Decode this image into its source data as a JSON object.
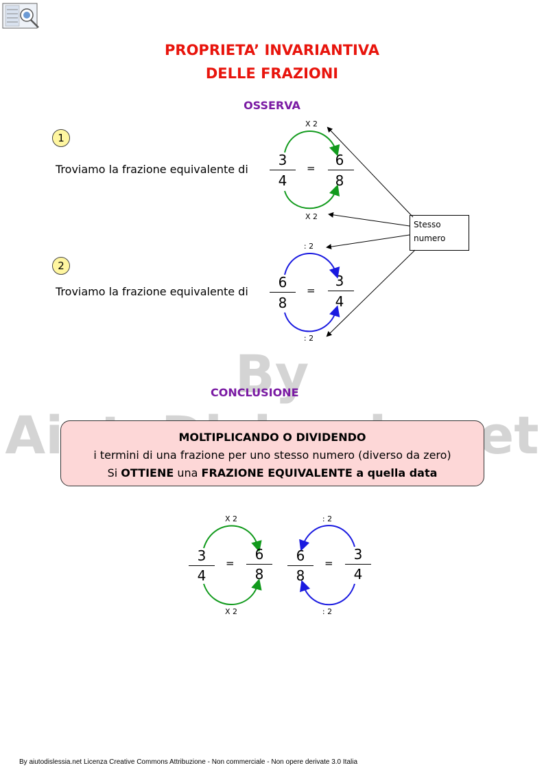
{
  "header": {
    "title_line1": "PROPRIETA’ INVARIANTIVA",
    "title_line2": "DELLE FRAZIONI"
  },
  "observe": {
    "label": "OSSERVA"
  },
  "step1": {
    "badge": "1",
    "sentence": "Troviamo la frazione equivalente di",
    "left": {
      "numerator": "3",
      "denominator": "4"
    },
    "equals": "=",
    "right": {
      "numerator": "6",
      "denominator": "8"
    },
    "top_operator": "X 2",
    "bottom_operator": "X 2",
    "arrow_color": "#119a1c"
  },
  "step2": {
    "badge": "2",
    "sentence": "Troviamo la frazione equivalente di",
    "left": {
      "numerator": "6",
      "denominator": "8"
    },
    "equals": "=",
    "right": {
      "numerator": "3",
      "denominator": "4"
    },
    "top_operator": ": 2",
    "bottom_operator": ": 2",
    "arrow_color": "#1a1ae0"
  },
  "callout": {
    "line1": "Stesso",
    "line2": "numero"
  },
  "watermark": {
    "text": "By AiutoDislessia.net"
  },
  "conclusion": {
    "label": "CONCLUSIONE",
    "line1": "MOLTIPLICANDO O DIVIDENDO",
    "line2": "i termini di una frazione per uno stesso numero (diverso da zero)",
    "line3_a": "Si ",
    "line3_b": "OTTIENE",
    "line3_c": " una ",
    "line3_d": "FRAZIONE EQUIVALENTE a quella data"
  },
  "summary": {
    "mult": {
      "left_num": "3",
      "left_den": "4",
      "equals": "=",
      "right_num": "6",
      "right_den": "8",
      "top_op": "X 2",
      "bottom_op": "X 2"
    },
    "div": {
      "left_num": "6",
      "left_den": "8",
      "equals": "=",
      "right_num": "3",
      "right_den": "4",
      "top_op": ": 2",
      "bottom_op": ": 2"
    }
  },
  "footer": {
    "text": "By aiutodislessia.net Licenza Creative Commons Attribuzione - Non commerciale - Non opere derivate 3.0 Italia"
  },
  "colors": {
    "title": "#e8140c",
    "subhead": "#7a1aa3",
    "multiply": "#119a1c",
    "divide": "#1a1ae0",
    "conclusion_bg": "#fdd7d7",
    "badge_bg": "#fff6a0"
  }
}
